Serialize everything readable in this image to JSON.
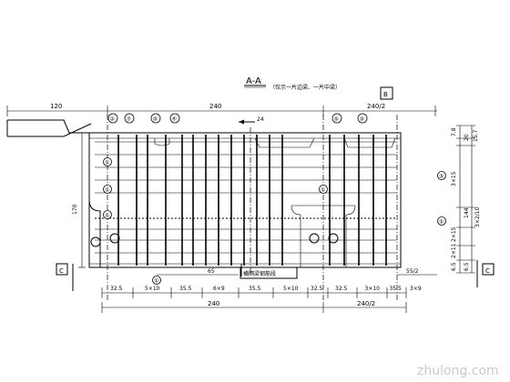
{
  "title": {
    "section": "A-A",
    "note": "（仅示一片边梁、一片中梁）"
  },
  "top_dims": {
    "left_overhang": "120",
    "main_span": "240",
    "half_span": "240/2",
    "arrow_label": "24"
  },
  "section_marks": {
    "b_top": "B",
    "c_left": "C",
    "c_right": "C"
  },
  "bubbles_top": [
    "②",
    "⑦",
    "③",
    "④",
    "⑤",
    "③"
  ],
  "bubbles_side": [
    "①",
    "①",
    "①",
    "⑤",
    "①",
    "①"
  ],
  "bubble_bottom": "①",
  "left_height": "170",
  "right_dims": {
    "d1": "7.8",
    "d2": "20",
    "d3": "15.7",
    "d4": "3×15",
    "d5": "144",
    "d6": "3×2/10",
    "d7": "2×15",
    "d8": "2×11",
    "d9": "6.5",
    "d10": "6.5"
  },
  "inner_dims": {
    "left": "65",
    "right": "55/2"
  },
  "callout": "横隔梁钢筋段",
  "bottom_dims": {
    "row1": [
      "32.5",
      "5×10",
      "35.5",
      "6×9",
      "35.5",
      "5×10",
      "32.5",
      "32.5",
      "3×10",
      "35.5",
      "3×9"
    ],
    "row2_left": "240",
    "row2_right": "240/2"
  },
  "watermark": "zhulong.com"
}
